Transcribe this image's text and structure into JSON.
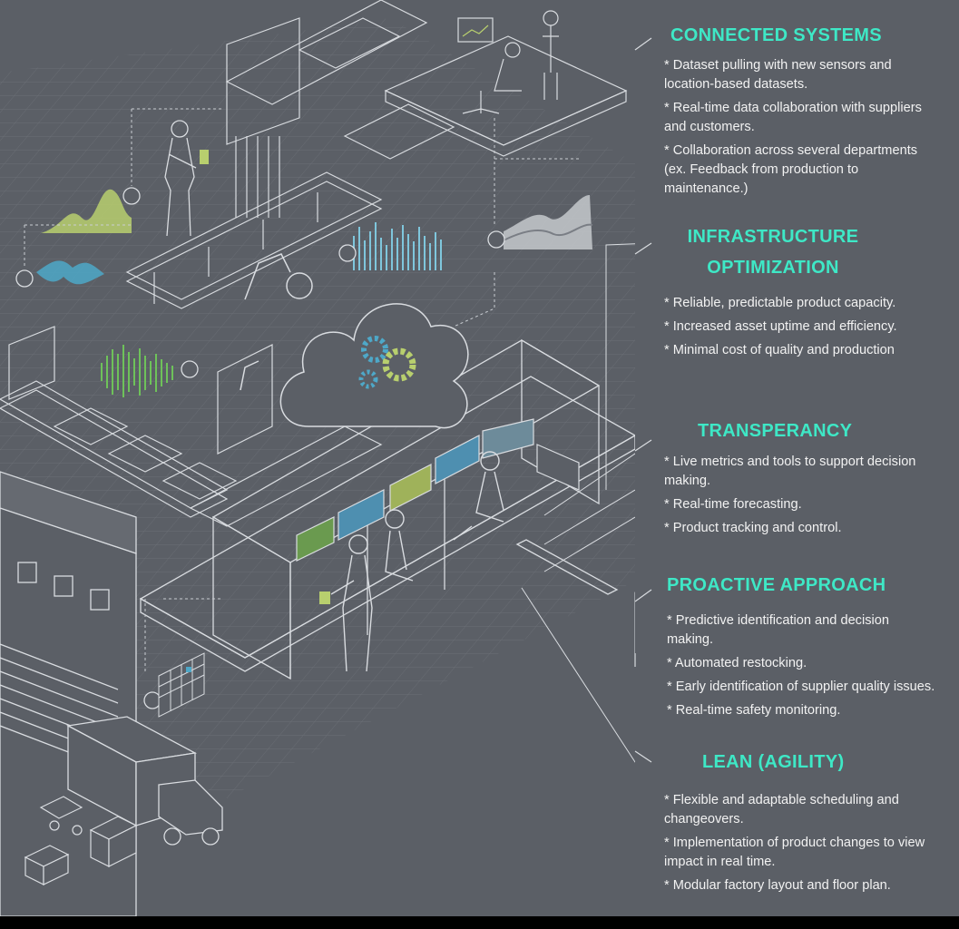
{
  "sections": [
    {
      "title": "CONNECTED SYSTEMS",
      "items": [
        "* Dataset pulling with new sensors and location-based datasets.",
        "* Real-time data collaboration with suppliers and customers.",
        "* Collaboration across several departments (ex. Feedback from production to maintenance.)"
      ]
    },
    {
      "title_line1": "INFRASTRUCTURE",
      "title_line2": "OPTIMIZATION",
      "items": [
        "* Reliable, predictable product capacity.",
        "* Increased asset uptime and efficiency.",
        "* Minimal cost of quality and production"
      ]
    },
    {
      "title": "TRANSPERANCY",
      "items": [
        "* Live metrics and tools to support decision making.",
        "* Real-time forecasting.",
        "* Product tracking and control."
      ]
    },
    {
      "title": "PROACTIVE APPROACH",
      "items": [
        "* Predictive identification and decision making.",
        "* Automated restocking.",
        "* Early identification of supplier quality issues.",
        "* Real-time safety monitoring."
      ]
    },
    {
      "title": "LEAN (AGILITY)",
      "items": [
        "* Flexible and adaptable scheduling and changeovers.",
        "* Implementation of product changes to view impact in real time.",
        "* Modular factory layout and floor plan."
      ]
    }
  ],
  "colors": {
    "background": "#5b5f66",
    "heading": "#3ee8c6",
    "text": "#f2f2f2",
    "line_art": "#d9dce0",
    "lime": "#b8cf6e",
    "teal": "#4ea8c8",
    "green": "#6ec25a"
  },
  "icons": [
    "wifi-icon",
    "gear-icon",
    "cloud-icon"
  ]
}
